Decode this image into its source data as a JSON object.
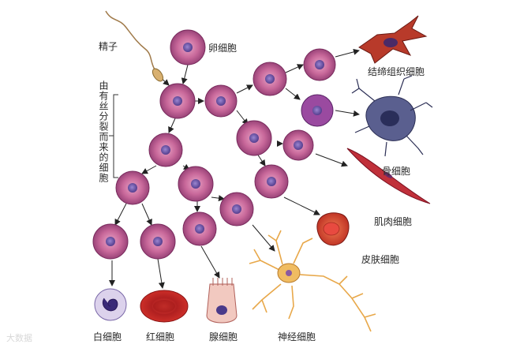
{
  "labels": {
    "sperm": "精子",
    "egg": "卵细胞",
    "division": "由有丝分裂而来的细胞",
    "connective": "结缔组织细胞",
    "bone": "骨细胞",
    "muscle": "肌肉细胞",
    "skin": "皮肤细胞",
    "nerve": "神经细胞",
    "gland": "腺细胞",
    "red_blood": "红细胞",
    "white_blood": "白细胞"
  },
  "watermark": "大数据",
  "colors": {
    "cell_fill": "#c8689a",
    "cell_edge": "#7a2c5e",
    "nucleus": "#6a4ea0",
    "arrow": "#222222",
    "rbc": "#d0322a",
    "nerve": "#e8a84a",
    "bone": "#5a5f8f",
    "muscle": "#c0303a",
    "connective": "#b83a2a"
  }
}
